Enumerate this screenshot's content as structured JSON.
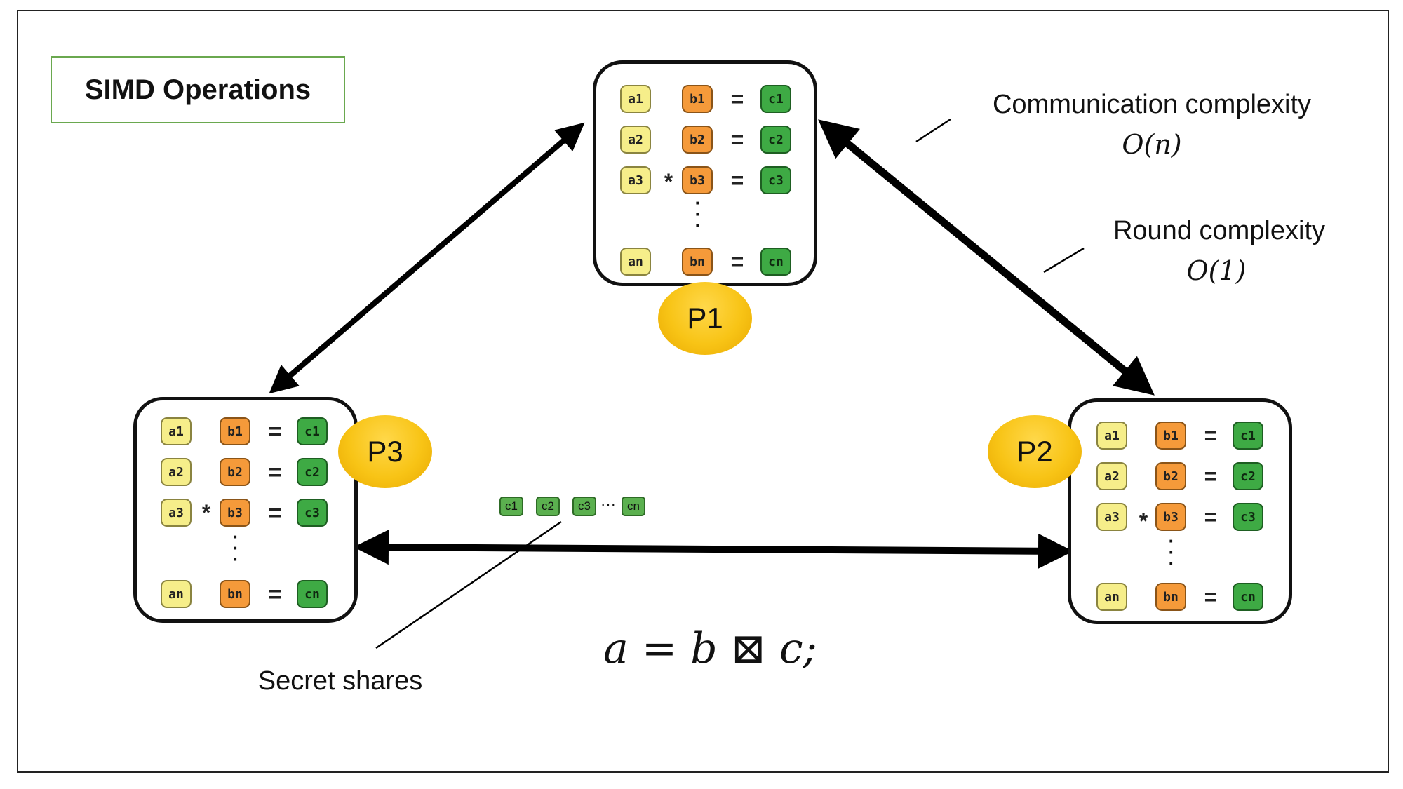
{
  "title": "SIMD Operations",
  "panels": [
    {
      "id": "p1",
      "rows": [
        [
          "a1",
          "b1",
          "c1"
        ],
        [
          "a2",
          "b2",
          "c2"
        ],
        [
          "a3",
          "b3",
          "c3"
        ],
        [
          "an",
          "bn",
          "cn"
        ]
      ],
      "operator": "*",
      "equals": "="
    },
    {
      "id": "p2",
      "rows": [
        [
          "a1",
          "b1",
          "c1"
        ],
        [
          "a2",
          "b2",
          "c2"
        ],
        [
          "a3",
          "b3",
          "c3"
        ],
        [
          "an",
          "bn",
          "cn"
        ]
      ],
      "operator": "*",
      "equals": "="
    },
    {
      "id": "p3",
      "rows": [
        [
          "a1",
          "b1",
          "c1"
        ],
        [
          "a2",
          "b2",
          "c2"
        ],
        [
          "a3",
          "b3",
          "c3"
        ],
        [
          "an",
          "bn",
          "cn"
        ]
      ],
      "operator": "*",
      "equals": "="
    }
  ],
  "parties": {
    "p1": "P1",
    "p2": "P2",
    "p3": "P3"
  },
  "annotations": {
    "communication_label": "Communication complexity",
    "communication_value": "O(n)",
    "round_label": "Round complexity",
    "round_value": "O(1)",
    "secret_shares_label": "Secret shares"
  },
  "shares": [
    "c1",
    "c2",
    "c3",
    "cn"
  ],
  "shares_ellipsis": "···",
  "formula": "a =  b ⊠ c;",
  "colors": {
    "a": "#f6ee8a",
    "b": "#f59a3a",
    "c": "#3eaa44",
    "party": "#f8c416",
    "title_border": "#6aa84f"
  }
}
